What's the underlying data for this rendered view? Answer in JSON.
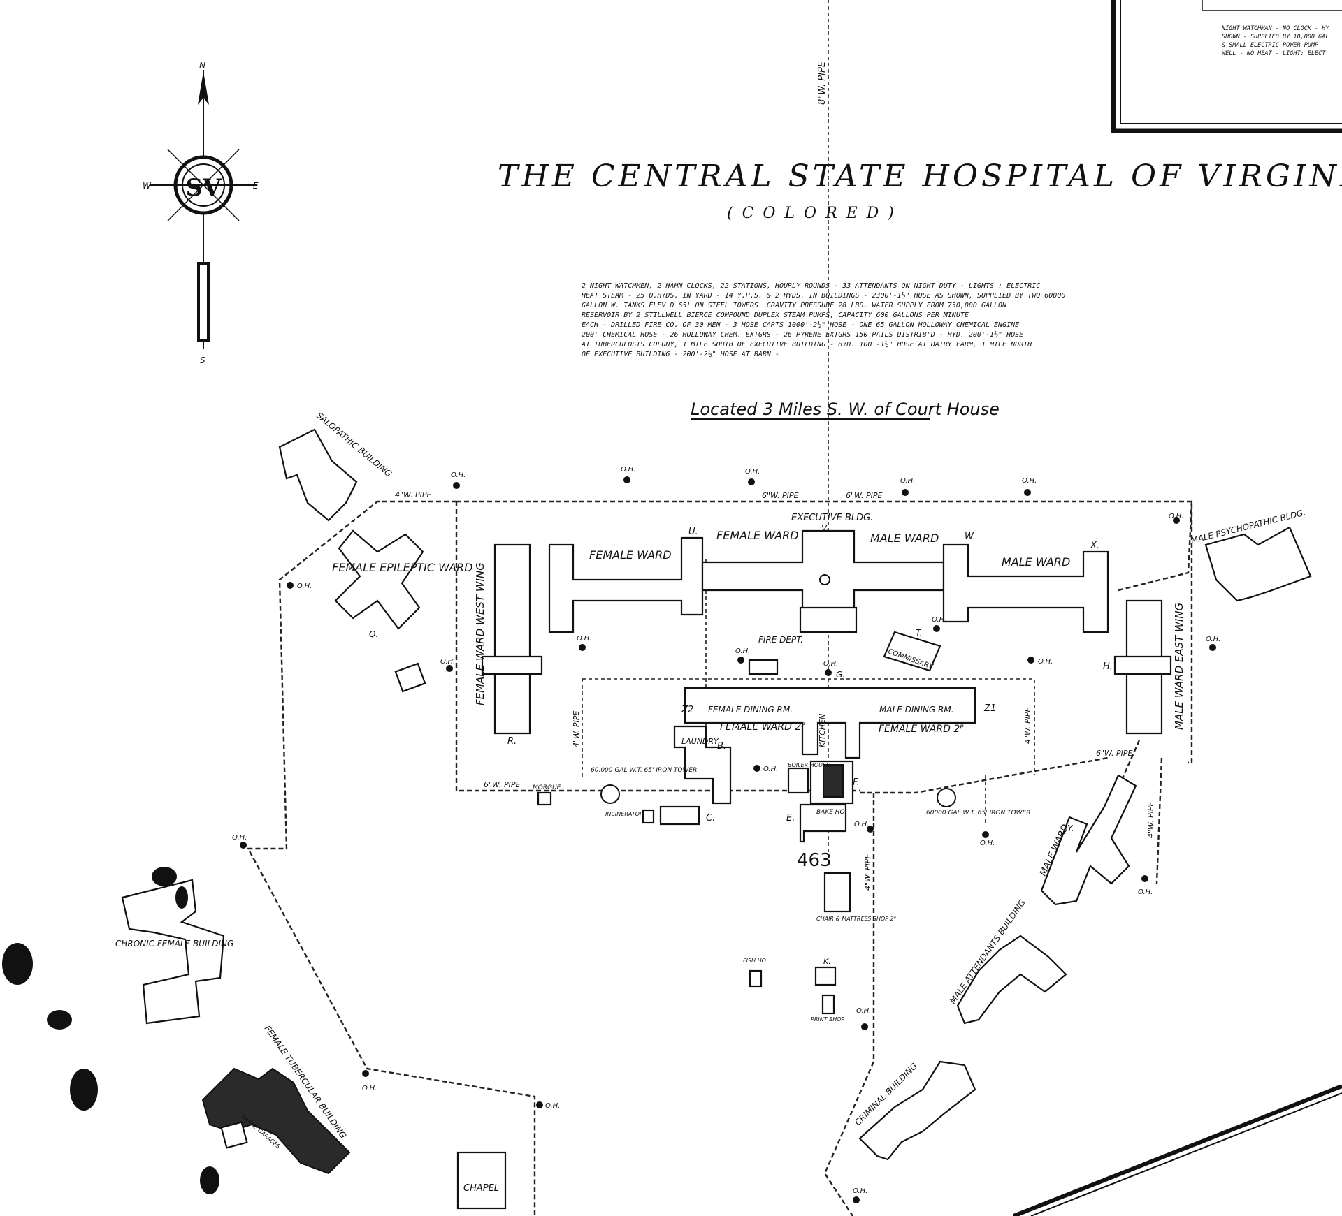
{
  "title": "THE CENTRAL STATE HOSPITAL OF VIRGINIA",
  "subtitle": "( C O L O R E D )",
  "location": "Located 3 Miles S. W. of Court House",
  "sheet_number": "463",
  "notes": [
    "2 NIGHT WATCHMEN, 2 HAHN CLOCKS, 22 STATIONS, HOURLY ROUNDS - 33 ATTENDANTS ON NIGHT DUTY - LIGHTS : ELECTRIC",
    "HEAT STEAM - 25 O.HYDS. IN YARD - 14 Y.P.S. & 2 HYDS. IN BUILDINGS - 2300'-1½\" HOSE AS SHOWN, SUPPLIED BY TWO 60000",
    "GALLON W. TANKS ELEV'D 65' ON STEEL TOWERS. GRAVITY PRESSURE 28 LBS. WATER SUPPLY FROM 750,000 GALLON",
    "RESERVOIR BY 2 STILLWELL BIERCE COMPOUND DUPLEX STEAM PUMPS, CAPACITY 600 GALLONS PER MINUTE",
    "EACH - DRILLED FIRE CO. OF 30 MEN - 3 HOSE CARTS 1000'-2½\" HOSE - ONE 65 GALLON HOLLOWAY CHEMICAL ENGINE",
    "200' CHEMICAL HOSE - 26 HOLLOWAY CHEM. EXTGRS - 26 PYRENE EXTGRS 150 PAILS DISTRIB'D - HYD. 200'-1½\" HOSE",
    "AT TUBERCULOSIS COLONY, 1 MILE SOUTH OF EXECUTIVE BUILDING - HYD. 100'-1½\" HOSE AT DAIRY FARM, 1 MILE NORTH",
    "OF EXECUTIVE BUILDING - 200'-2½\" HOSE AT BARN -"
  ],
  "corner_note": [
    "NIGHT WATCHMAN - NO CLOCK - HY",
    "SHOWN - SUPPLIED BY 10,000 GAL",
    "& SMALL ELECTRIC POWER PUMP",
    "WELL - NO HEAT - LIGHT: ELECT"
  ],
  "compass": {
    "n": "N",
    "s": "S",
    "e": "E",
    "w": "W"
  },
  "buildings": {
    "executive": "EXECUTIVE BLDG.",
    "female_ward_1": "FEMALE WARD",
    "female_ward_2": "FEMALE WARD",
    "male_ward_1": "MALE WARD",
    "male_ward_2": "MALE WARD",
    "west_wing": "FEMALE WARD  WEST WING",
    "east_wing": "MALE WARD  EAST WING",
    "fire_dept": "FIRE DEPT.",
    "commissary": "COMMISSARY",
    "female_dining": "FEMALE DINING RM.",
    "male_dining": "MALE DINING RM.",
    "kitchen": "KITCHEN",
    "female_ward_2p_a": "FEMALE WARD 2ᴾ",
    "female_ward_2p_b": "FEMALE WARD 2ᴾ",
    "laundry": "LAUNDRY",
    "boiler": "BOILER HOUSE",
    "bake": "BAKE HO.",
    "morgue": "MORGUE",
    "incinerator": "INCINERATOR",
    "wt_west": "60,000 GAL.W.T. 65' IRON TOWER",
    "wt_east": "60000 GAL W.T. 65' IRON TOWER",
    "salopathic": "SALOPATHIC BUILDING",
    "female_epileptic": "FEMALE EPILEPTIC WARD",
    "male_psychopathic": "MALE PSYCHOPATHIC BLDG.",
    "male_y_ward": "MALE WARD",
    "chronic_female": "CHRONIC FEMALE BUILDING",
    "female_tubercular": "FEMALE TUBERCULAR BUILDING",
    "chapel": "CHAPEL",
    "criminal": "CRIMINAL BUILDING",
    "male_attendants": "MALE ATTENDANTS BUILDING",
    "mattress": "CHAIR & MATTRESS SHOP 2ᴾ",
    "fish": "FISH HO.",
    "print": "PRINT SHOP",
    "frame_garages": "FRAME GARAGES"
  },
  "letters": {
    "u": "U.",
    "v": "V.",
    "w": "W.",
    "x": "X.",
    "r": "R.",
    "q": "Q.",
    "h": "H.",
    "t": "T.",
    "g": "G.",
    "z2": "Z2",
    "z1": "Z1",
    "b": "B.",
    "c": "C.",
    "e": "E.",
    "f": "F.",
    "k": "K.",
    "y": "Y."
  },
  "pipes": {
    "p8": "8\"W. PIPE",
    "p4a": "4\"W. PIPE",
    "p6a": "6\"W. PIPE",
    "p6b": "6\"W. PIPE",
    "p4b": "4\"W. PIPE",
    "p6c": "6\"W. PIPE",
    "p4c": "4\"W. PIPE",
    "p6d": "6\"W. PIPE",
    "p4d": "4\"W. PIPE",
    "p4e": "4\"W. PIPE"
  },
  "hydrant_label": "O.H.",
  "colors": {
    "ink": "#111111",
    "paper": "#ffffff"
  }
}
